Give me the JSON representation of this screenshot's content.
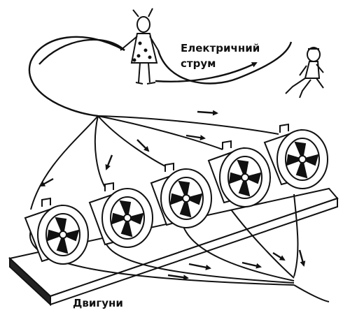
{
  "labels": {
    "current_line1": "Електричний",
    "current_line2": "струм",
    "motors": "Двигуни"
  },
  "colors": {
    "ink": "#111111",
    "paper": "#ffffff"
  }
}
